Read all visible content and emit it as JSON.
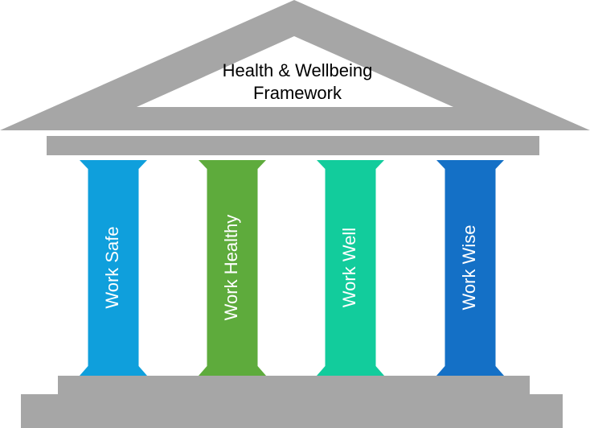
{
  "roof": {
    "title_line1": "Health & Wellbeing",
    "title_line2": "Framework"
  },
  "colors": {
    "structure": "#a6a6a6",
    "roof_inner": "#ffffff"
  },
  "pillars": [
    {
      "label": "Work Safe",
      "color": "#0f9fdc",
      "icon": "pillar-work-safe"
    },
    {
      "label": "Work Healthy",
      "color": "#5eab3c",
      "icon": "pillar-work-healthy"
    },
    {
      "label": "Work Well",
      "color": "#12cc9c",
      "icon": "pillar-work-well"
    },
    {
      "label": "Work Wise",
      "color": "#1470c6",
      "icon": "pillar-work-wise"
    }
  ]
}
